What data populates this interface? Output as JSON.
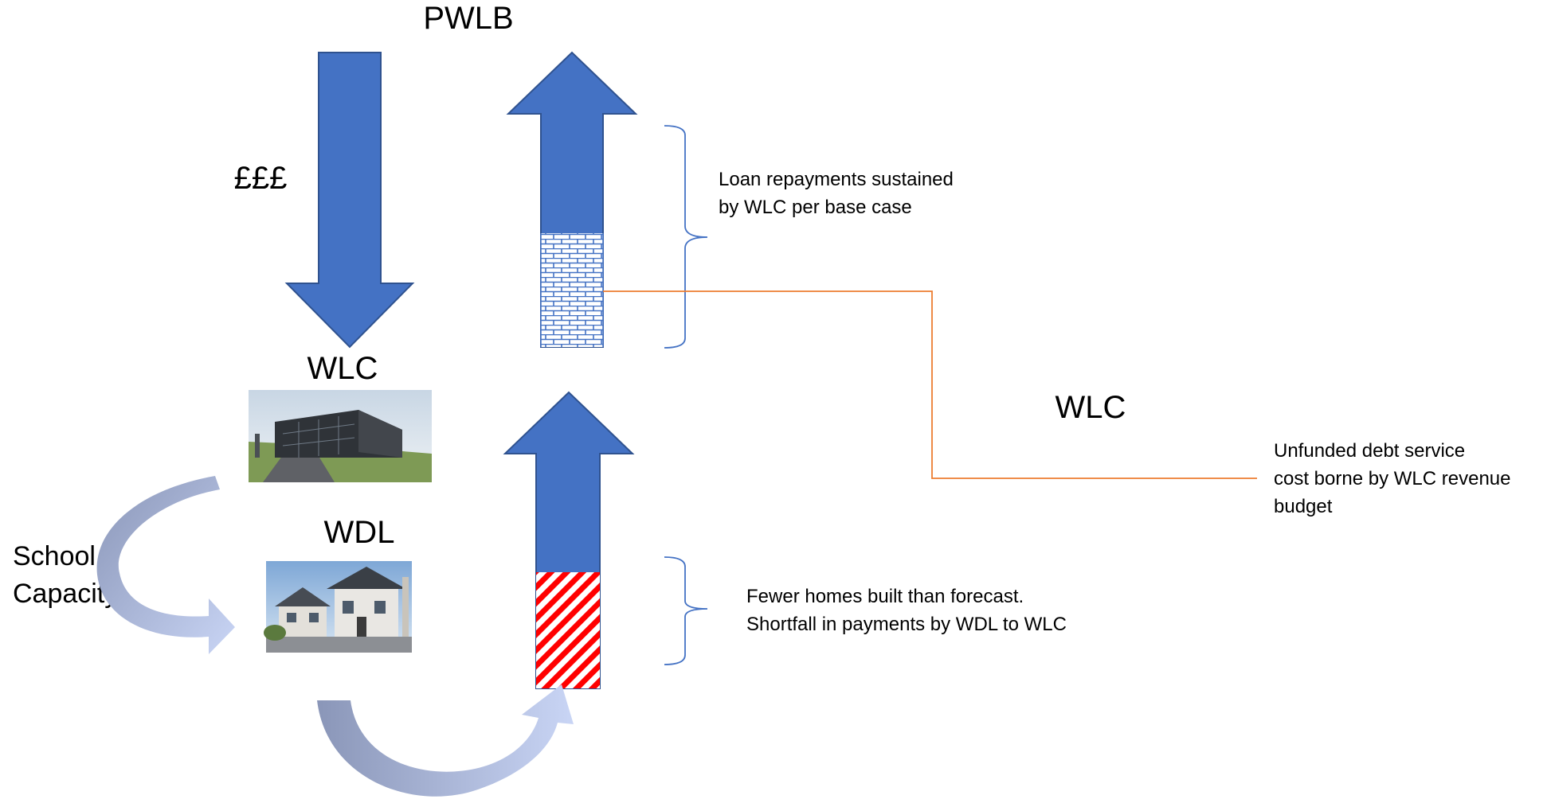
{
  "labels": {
    "pwlb": "PWLB",
    "pounds": "£££",
    "wlc_top": "WLC",
    "wdl": "WDL",
    "school_capacity_line1": "School",
    "school_capacity_line2": "Capacity",
    "wlc_right": "WLC"
  },
  "annotations": {
    "loan_repayments_line1": "Loan repayments sustained",
    "loan_repayments_line2": "by WLC per base case",
    "unfunded_line1": "Unfunded debt service",
    "unfunded_line2": "cost borne by WLC revenue",
    "unfunded_line3": "budget",
    "fewer_homes_line1": "Fewer homes built than forecast.",
    "fewer_homes_line2": "Shortfall in payments by WDL to WLC"
  },
  "colors": {
    "arrow_blue": "#4472C4",
    "arrow_outline": "#2F528F",
    "shortfall_red": "#FF0000",
    "connector_orange": "#ED7D31",
    "curved_arrow_dark": "#8A96B8",
    "curved_arrow_light": "#C9D5F5"
  },
  "images": {
    "wlc_building": "office-building-photo",
    "wdl_houses": "housing-development-photo"
  }
}
